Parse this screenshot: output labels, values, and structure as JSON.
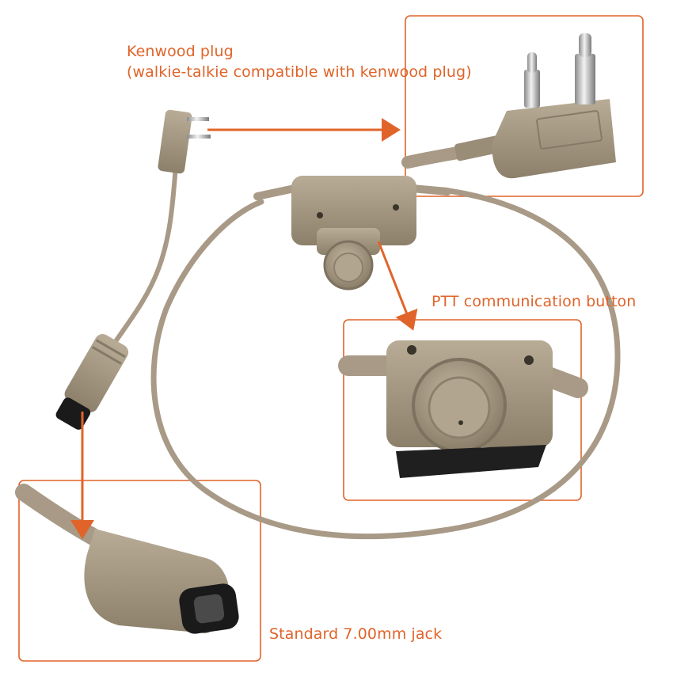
{
  "annotations": {
    "kenwood_plug_title": "Kenwood plug",
    "kenwood_plug_subtitle": "(walkie-talkie compatible with kenwood plug)",
    "ptt_button": "PTT communication button",
    "standard_jack": "Standard 7.00mm jack"
  },
  "colors": {
    "accent": "#e0642a",
    "cable": "#a89a86",
    "body": "#a3967f",
    "metal": "#c8c8c8",
    "black_ring": "#1a1a1a"
  }
}
